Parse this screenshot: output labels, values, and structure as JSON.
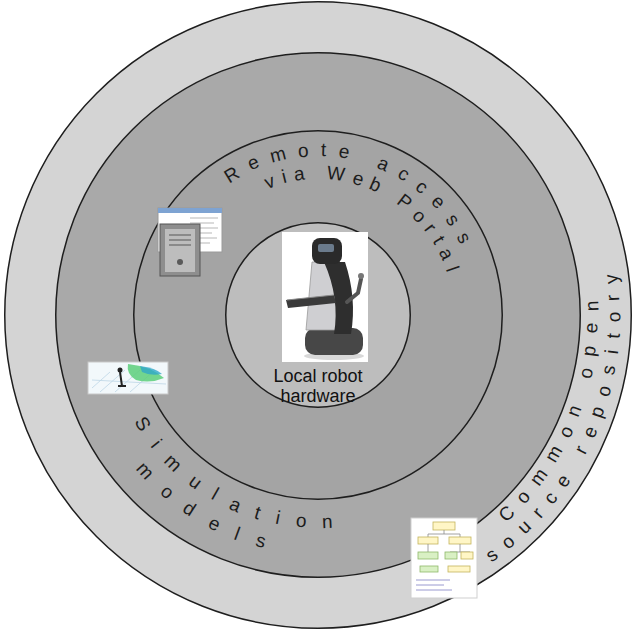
{
  "diagram": {
    "nodes": [
      {
        "text": [
          "Common open source repository"
        ]
      },
      {
        "text": [
          "Simulation models"
        ],
        "in": 0
      },
      {
        "text": [
          "Remote access via Web Portal"
        ],
        "in": 1
      },
      {
        "text": [
          "Local robot hardware"
        ],
        "in": 2
      }
    ]
  }
}
